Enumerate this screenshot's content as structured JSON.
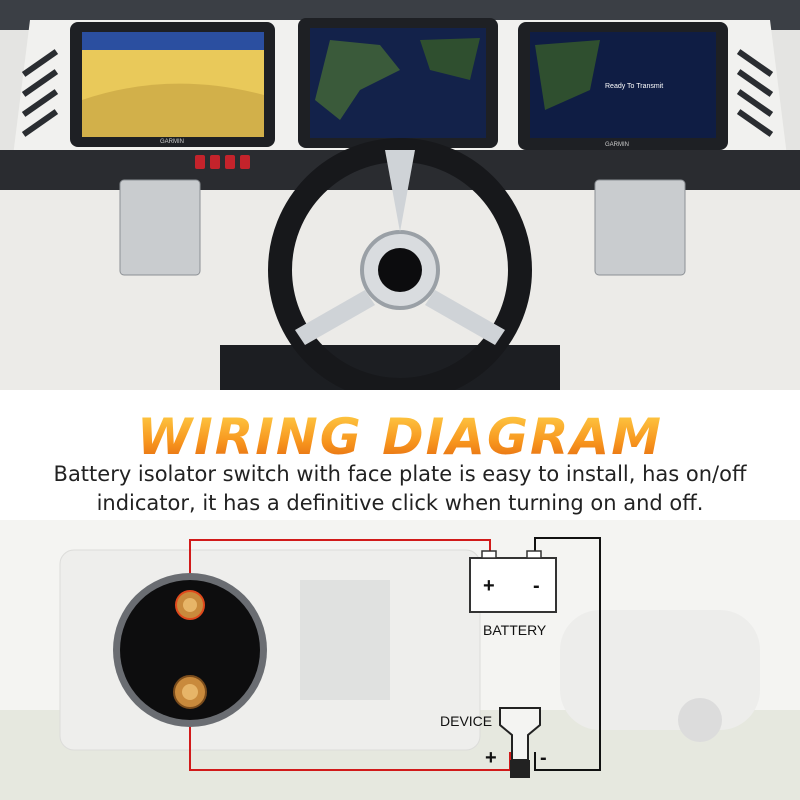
{
  "heading": "WIRING DIAGRAM",
  "description": "Battery isolator switch with face plate is easy to install, has on/off indicator, it has a definitive click when turning on and off.",
  "diagram": {
    "battery_label": "BATTERY",
    "battery_plus": "+",
    "battery_minus": "-",
    "device_label": "DEVICE",
    "device_plus": "+",
    "device_minus": "-"
  },
  "photo": {
    "screen_brand": "GARMIN",
    "screen_message": "Ready To Transmit"
  },
  "colors": {
    "title_gradient_top": "#ffd24a",
    "title_gradient_bottom": "#e0620f",
    "wire_red": "#d11a1a",
    "wire_black": "#111111"
  }
}
